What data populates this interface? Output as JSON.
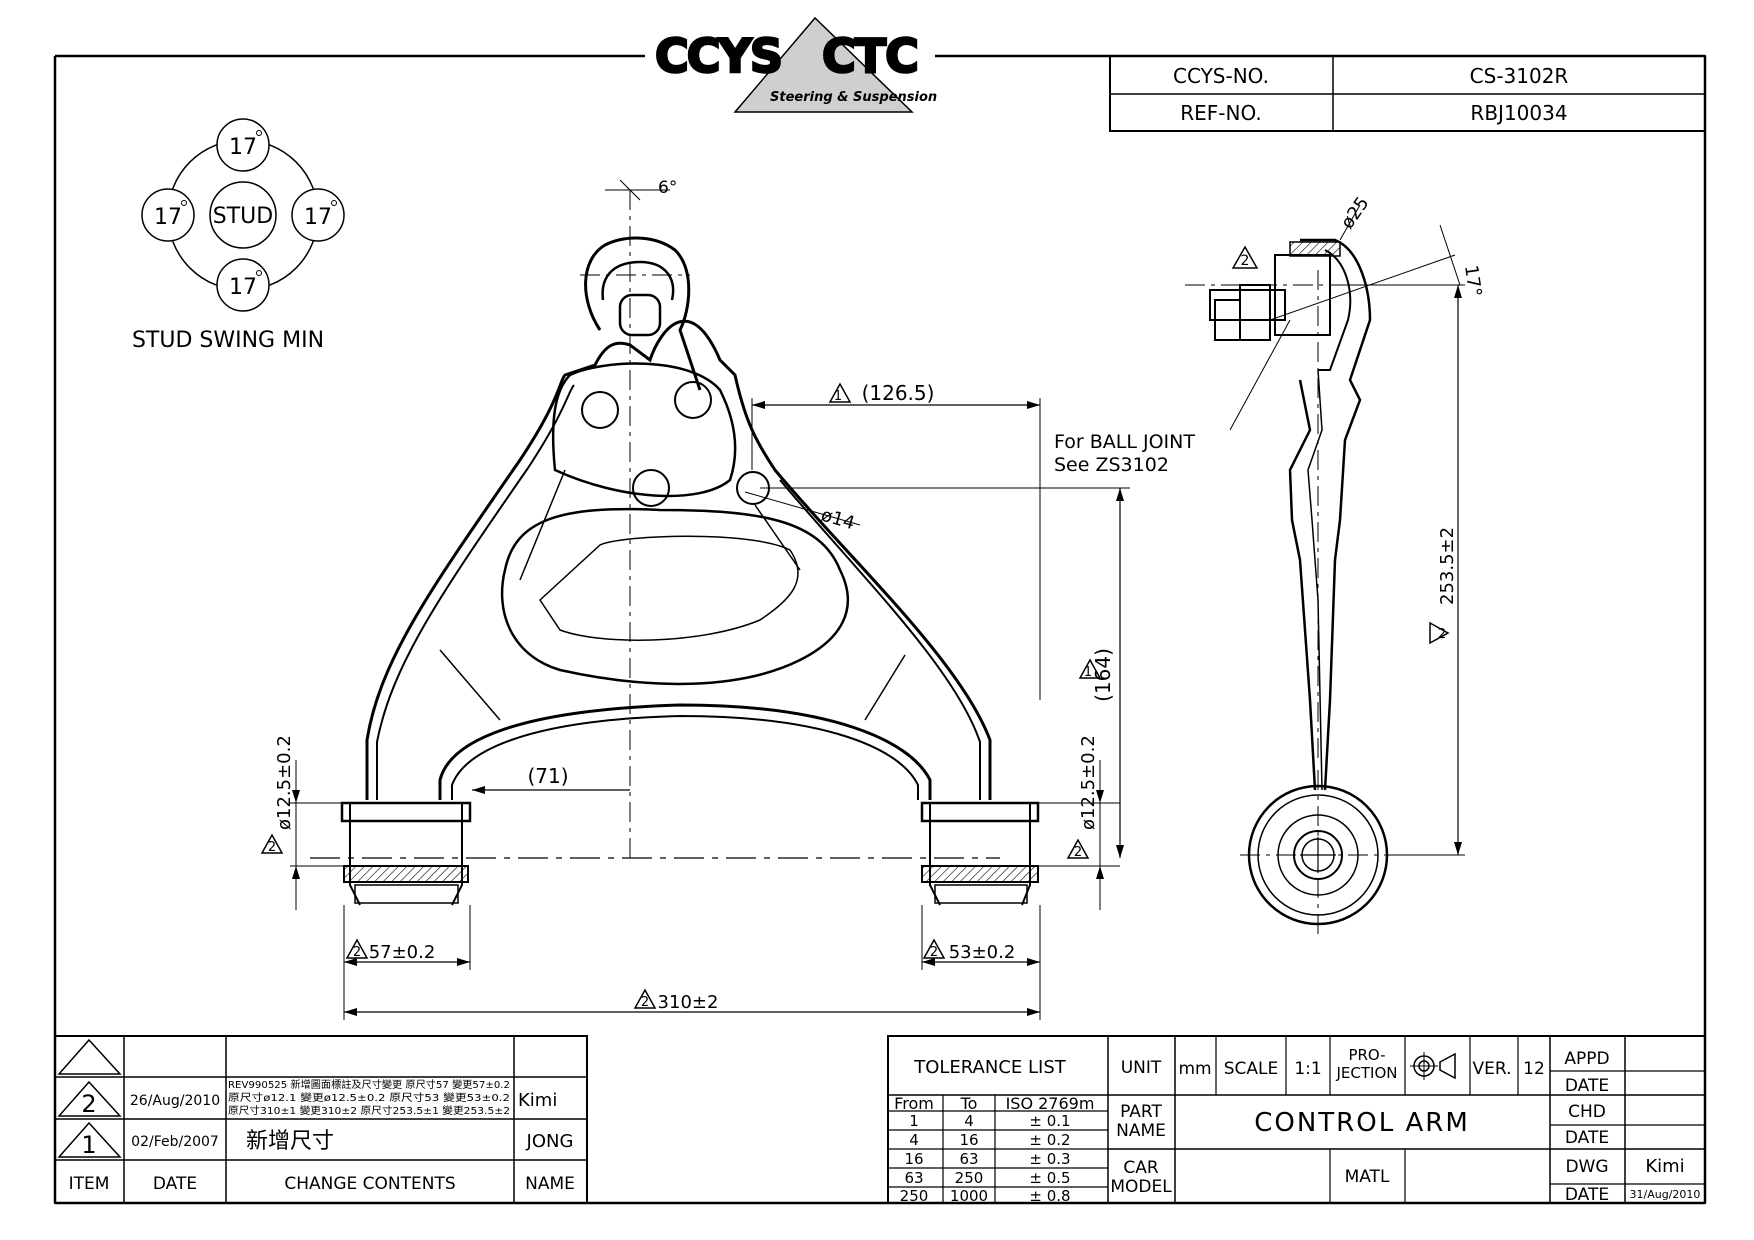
{
  "logo": {
    "brand_left": "CCYS",
    "brand_right": "CTC",
    "tagline": "Steering & Suspension"
  },
  "header": {
    "ccys_no_label": "CCYS-NO.",
    "ccys_no_value": "CS-3102R",
    "ref_no_label": "REF-NO.",
    "ref_no_value": "RBJ10034"
  },
  "stud_swing": {
    "center": "STUD",
    "top": "17",
    "left": "17",
    "right": "17",
    "bottom": "17",
    "title": "STUD SWING MIN"
  },
  "dimensions": {
    "angle_top": "6°",
    "d126": "(126.5)",
    "phi14": "ø14",
    "d164": "(164)",
    "d71": "(71)",
    "phi12_left": "ø12.5±0.2",
    "phi12_right": "ø12.5±0.2",
    "d57": "57±0.2",
    "d53": "53±0.2",
    "d310": "310±2",
    "phi25": "ø25",
    "angle_side": "17°",
    "d253": "253.5±2",
    "note_line1": "For BALL JOINT",
    "note_line2": "See ZS3102"
  },
  "rev_marks": {
    "one": "1",
    "two": "2"
  },
  "revision_table": {
    "headers": {
      "item": "ITEM",
      "date": "DATE",
      "change": "CHANGE CONTENTS",
      "name": "NAME"
    },
    "rows": [
      {
        "item": "2",
        "date": "26/Aug/2010",
        "change_lines": [
          "REV990525 新增圖面標註及尺寸變更  原尺寸57 變更57±0.2",
          "原尺寸ø12.1 變更ø12.5±0.2  原尺寸53 變更53±0.2",
          "原尺寸310±1 變更310±2  原尺寸253.5±1 變更253.5±2"
        ],
        "name": "Kimi"
      },
      {
        "item": "1",
        "date": "02/Feb/2007",
        "change": "新增尺寸",
        "name": "JONG"
      }
    ]
  },
  "title_block": {
    "tolerance_title": "TOLERANCE LIST",
    "tol_headers": [
      "From",
      "To",
      "ISO 2769m"
    ],
    "tol_rows": [
      [
        "1",
        "4",
        "± 0.1"
      ],
      [
        "4",
        "16",
        "± 0.2"
      ],
      [
        "16",
        "63",
        "± 0.3"
      ],
      [
        "63",
        "250",
        "± 0.5"
      ],
      [
        "250",
        "1000",
        "± 0.8"
      ]
    ],
    "unit_label": "UNIT",
    "unit_value": "mm",
    "scale_label": "SCALE",
    "scale_value": "1:1",
    "projection_line1": "PRO-",
    "projection_line2": "JECTION",
    "ver_label": "VER.",
    "ver_value": "12",
    "part_name_line1": "PART",
    "part_name_line2": "NAME",
    "part_name_value": "CONTROL ARM",
    "car_model_line1": "CAR",
    "car_model_line2": "MODEL",
    "matl_label": "MATL",
    "appd": "APPD",
    "date1": "DATE",
    "chd": "CHD",
    "date2": "DATE",
    "dwg": "DWG",
    "dwg_name": "Kimi",
    "date3": "DATE",
    "dwg_date": "31/Aug/2010"
  }
}
